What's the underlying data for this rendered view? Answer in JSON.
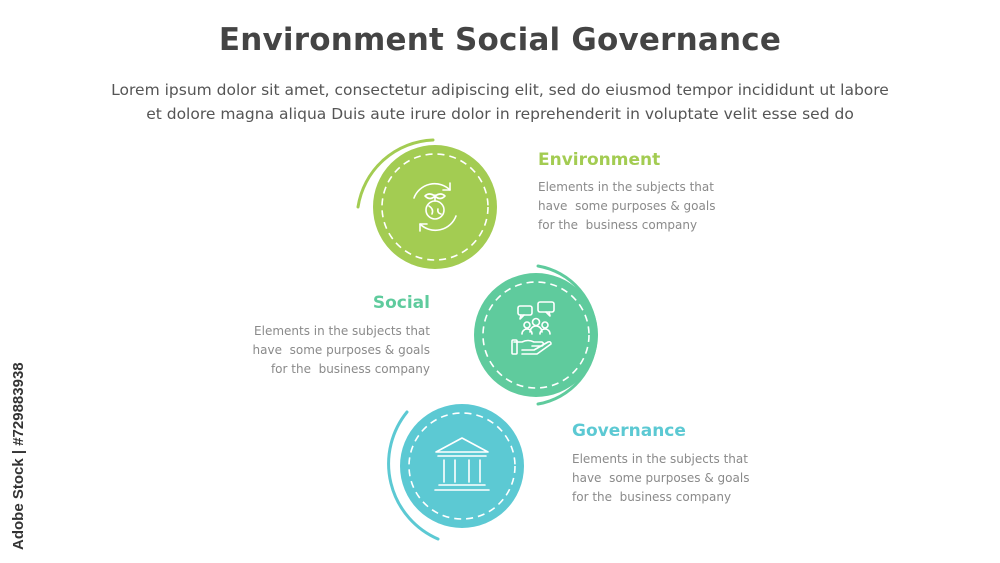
{
  "title": "Environment Social Governance",
  "subtitle_line1": "Lorem ipsum dolor sit amet, consectetur adipiscing elit, sed do eiusmod tempor incididunt ut labore",
  "subtitle_line2": "et dolore magna aliqua Duis aute irure dolor in reprehenderit in voluptate velit esse sed do",
  "watermark": "Adobe Stock | #729883938",
  "items": [
    {
      "heading": "Environment",
      "description": "Elements in the subjects that\nhave  some purposes & goals\nfor the  business company",
      "color": "#a3cc52",
      "icon": "globe-recycle-icon"
    },
    {
      "heading": "Social",
      "description": "Elements in the subjects that\nhave  some purposes & goals\nfor the  business company",
      "color": "#5fcb9d",
      "icon": "people-hand-icon"
    },
    {
      "heading": "Governance",
      "description": "Elements in the subjects that\nhave  some purposes & goals\nfor the  business company",
      "color": "#5cc9d3",
      "icon": "government-building-icon"
    }
  ]
}
